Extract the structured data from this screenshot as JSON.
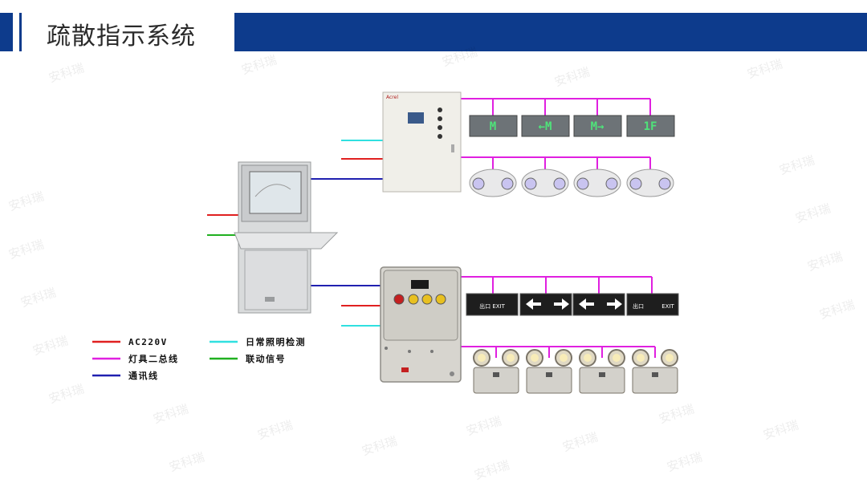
{
  "header": {
    "title": "疏散指示系统"
  },
  "watermark_text": "安科瑞",
  "colors": {
    "title_bar": "#0d3b8c",
    "ac220v": "#e02020",
    "bus": "#e020e0",
    "comm": "#2020b0",
    "lighting_check": "#30e0e0",
    "linkage": "#20b020"
  },
  "legend": {
    "ac220v": "AC220V",
    "bus": "灯具二总线",
    "comm": "通讯线",
    "lighting_check": "日常照明检测",
    "linkage": "联动信号"
  },
  "devices": {
    "control_box_brand": "Acrel",
    "floor_signs": [
      "M",
      "←M",
      "M→",
      "1F"
    ],
    "exit_sign_main": "出口 EXIT",
    "exit_sign_left": "出口",
    "exit_sign_right": "EXIT"
  }
}
